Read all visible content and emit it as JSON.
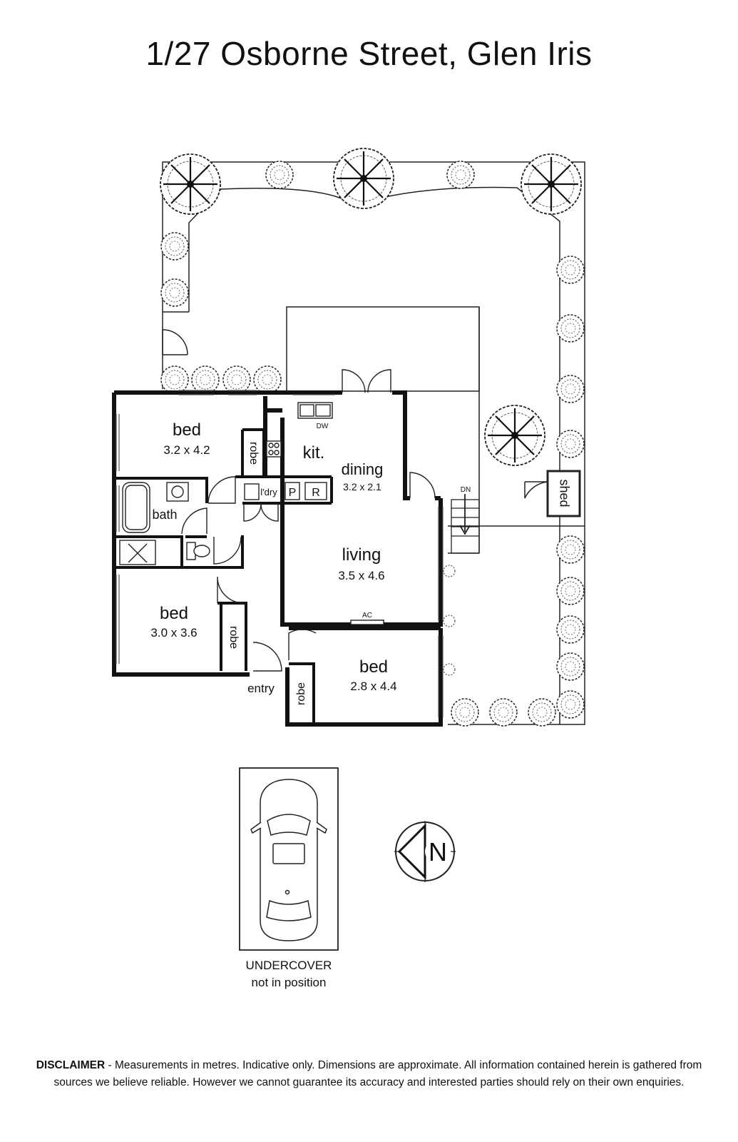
{
  "title": "1/27 Osborne Street, Glen Iris",
  "rooms": {
    "bed1": {
      "label": "bed",
      "dims": "3.2 x 4.2"
    },
    "bed2": {
      "label": "bed",
      "dims": "3.0 x 3.6"
    },
    "bed3": {
      "label": "bed",
      "dims": "2.8 x 4.4"
    },
    "kitchen": {
      "label": "kit."
    },
    "dining": {
      "label": "dining",
      "dims": "3.2 x 2.1"
    },
    "living": {
      "label": "living",
      "dims": "3.5 x 4.6"
    },
    "bath": {
      "label": "bath"
    },
    "laundry": {
      "label": "l'dry"
    },
    "entry": {
      "label": "entry"
    },
    "shed": {
      "label": "shed"
    }
  },
  "fixtures": {
    "robe": "robe",
    "dishwasher": "DW",
    "pantry": "P",
    "fridge": "R",
    "aircon": "AC",
    "stairs_down": "DN"
  },
  "carport": {
    "line1": "UNDERCOVER",
    "line2": "not in position"
  },
  "compass": {
    "letter": "N"
  },
  "disclaimer": {
    "label": "DISCLAIMER",
    "text": " - Measurements in metres. Indicative only. Dimensions are approximate. All information contained herein is gathered from sources we believe reliable. However we cannot guarantee its accuracy and interested parties should rely on their own enquiries."
  }
}
